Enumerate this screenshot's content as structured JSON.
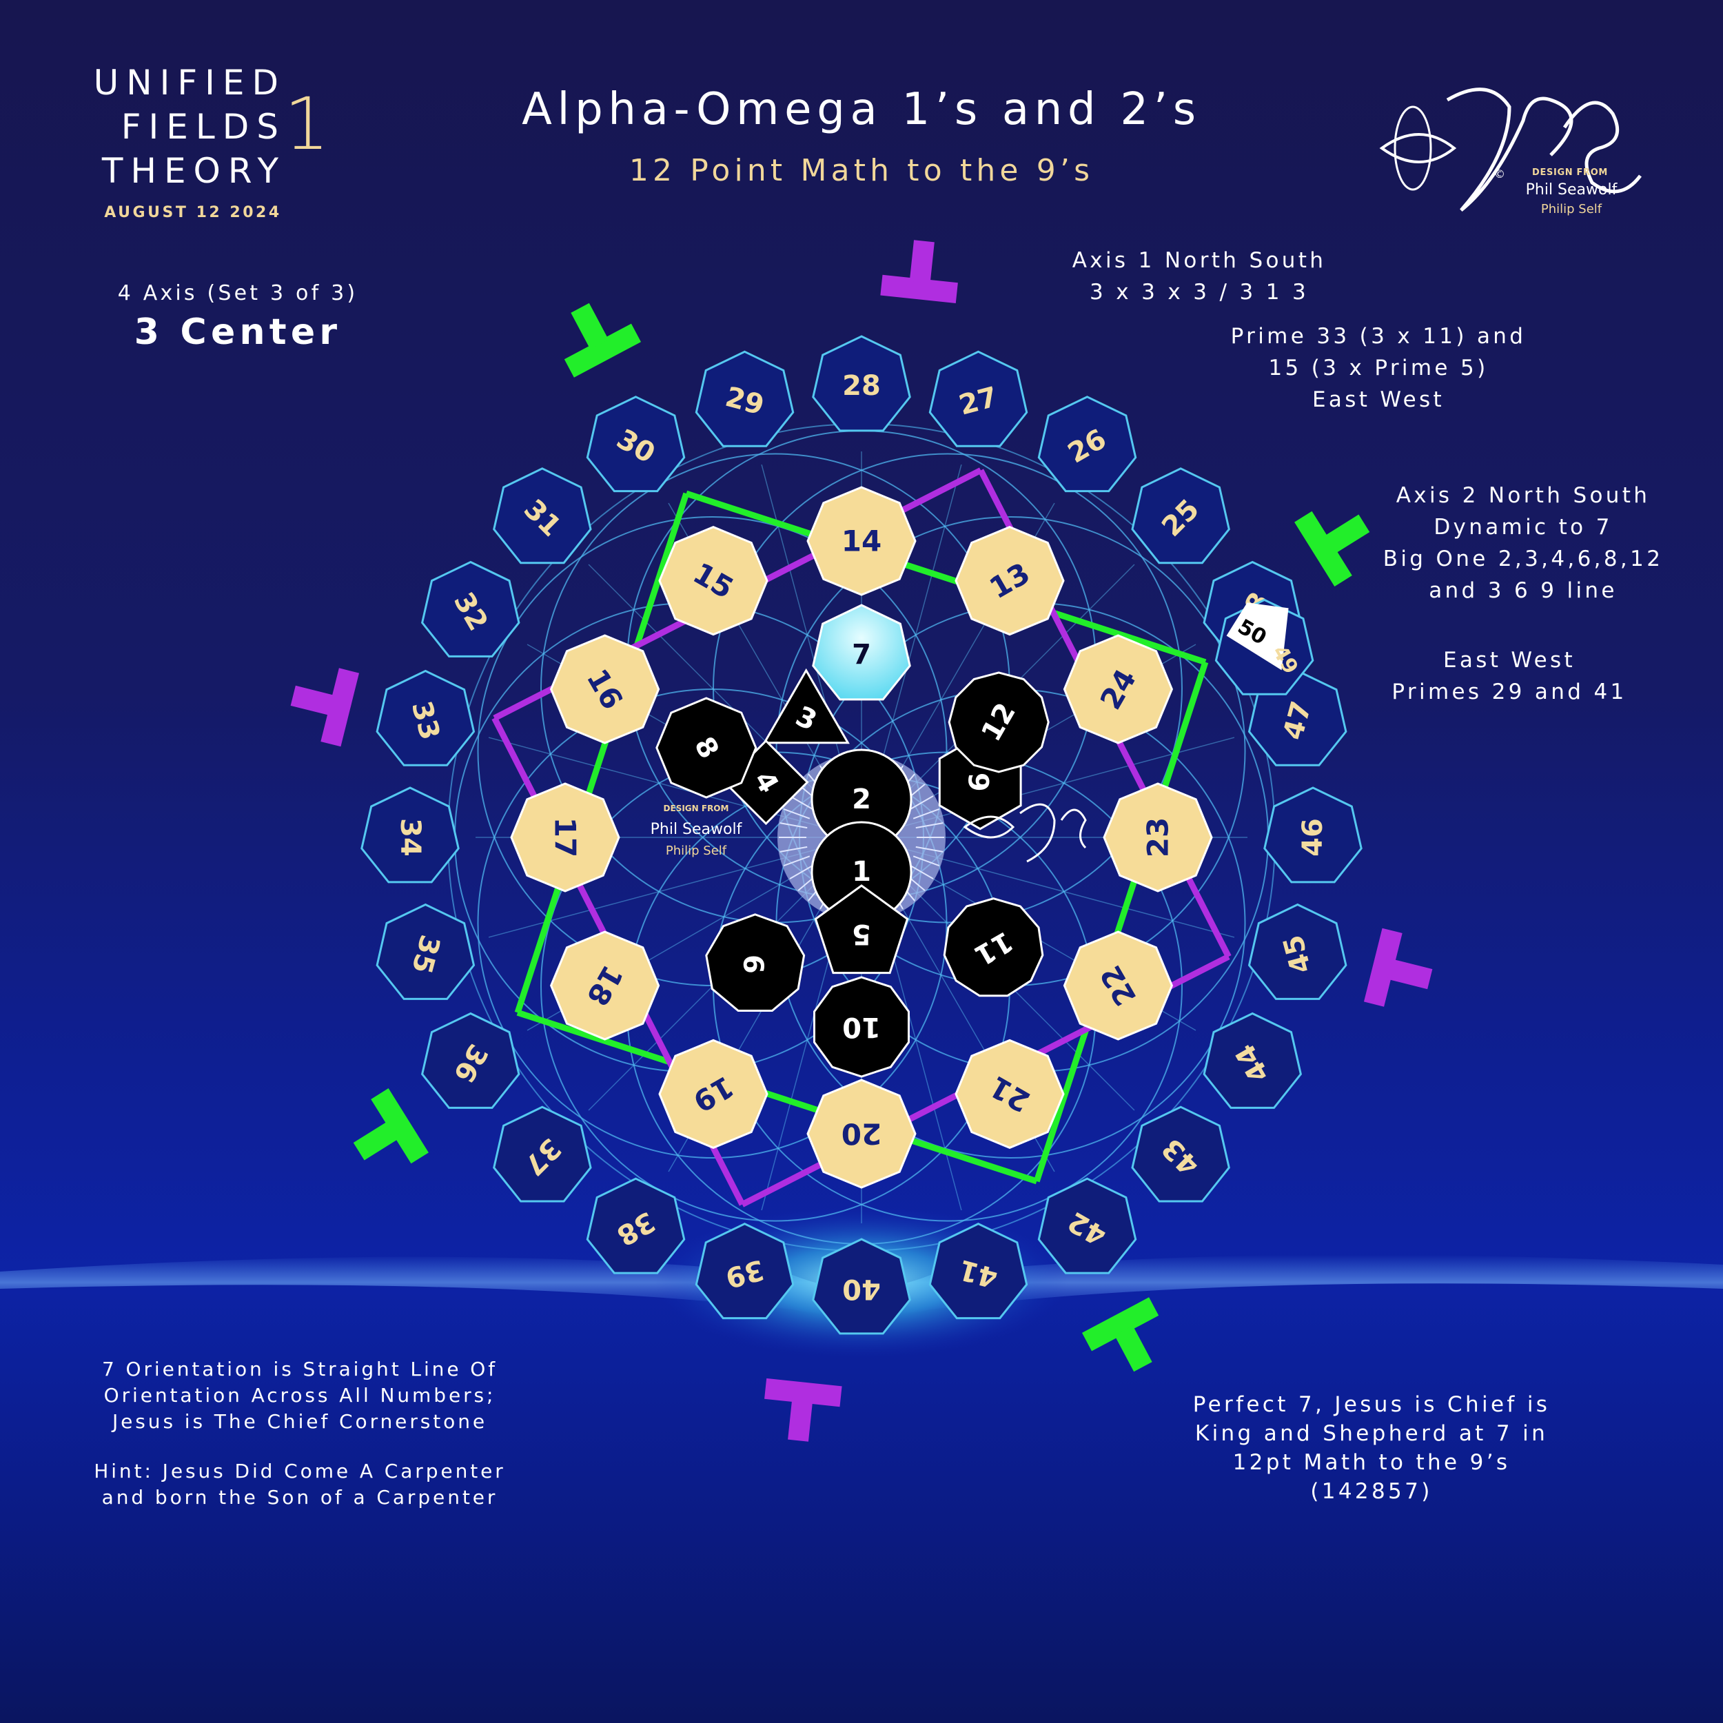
{
  "brand": {
    "lines": [
      "UNIFIED",
      "FIELDS",
      "THEORY"
    ],
    "number": "1",
    "date": "AUGUST 12 2024"
  },
  "title": "Alpha-Omega 1’s and 2’s",
  "subtitle": "12 Point Math to the 9’s",
  "logo": {
    "copyright": "©",
    "design_from": "DESIGN FROM",
    "name": "Phil Seawolf",
    "alt_name": "Philip Self"
  },
  "notes": {
    "top_left_small": "4 Axis (Set 3 of 3)",
    "top_left_large": "3 Center",
    "axis1": "Axis 1 North South\n3 x 3 x 3 / 3 1 3",
    "prime": "Prime 33 (3 x 11) and\n15 (3 x Prime 5)\nEast West",
    "axis2": "Axis 2 North South\nDynamic to 7\nBig One 2,3,4,6,8,12\nand 3 6 9 line",
    "eastwest": "East West\nPrimes 29 and 41",
    "orientation": "7 Orientation is Straight Line Of\nOrientation Across All Numbers;\nJesus is The Chief Cornerstone",
    "hint": "Hint: Jesus Did Come A Carpenter\nand born the Son of a Carpenter",
    "perfect": "Perfect 7, Jesus is Chief is\nKing and Shepherd at 7 in\n12pt Math to the 9’s\n(142857)"
  },
  "diagram": {
    "outer_ring": [
      "25",
      "26",
      "27",
      "28",
      "29",
      "30",
      "31",
      "32",
      "33",
      "34",
      "35",
      "36",
      "37",
      "38",
      "39",
      "40",
      "41",
      "42",
      "43",
      "44",
      "45",
      "46",
      "47",
      "48"
    ],
    "split_cell": [
      "50",
      "49"
    ],
    "middle_ring": [
      "13",
      "14",
      "15",
      "16",
      "17",
      "18",
      "19",
      "20",
      "21",
      "22",
      "23",
      "24"
    ],
    "core": [
      {
        "label": "2",
        "shape": "circle"
      },
      {
        "label": "1",
        "shape": "circle"
      },
      {
        "label": "7",
        "shape": "heptagon"
      },
      {
        "label": "3",
        "shape": "triangle"
      },
      {
        "label": "4",
        "shape": "square"
      },
      {
        "label": "8",
        "shape": "octagon"
      },
      {
        "label": "6",
        "shape": "hexagon"
      },
      {
        "label": "12",
        "shape": "dodecagon"
      },
      {
        "label": "9",
        "shape": "nonagon"
      },
      {
        "label": "11",
        "shape": "hendecagon"
      },
      {
        "label": "5",
        "shape": "pentagon"
      },
      {
        "label": "10",
        "shape": "decagon"
      }
    ],
    "colors": {
      "outer_fill": "#0f1d7a",
      "outer_stroke": "#55c8f0",
      "middle_fill": "#f6dc98",
      "core_fill": "#000000",
      "seven_fill": "#7fe8f5",
      "green": "#22ee2a",
      "magenta": "#b02ee0"
    }
  }
}
